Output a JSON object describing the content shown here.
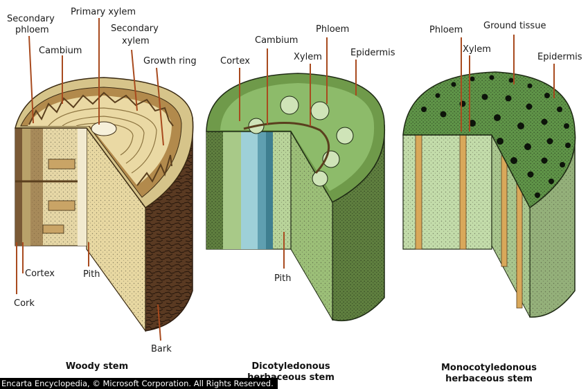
{
  "woody": {
    "secondary_phloem": [
      "Secondary",
      "phloem"
    ],
    "primary_xylem": "Primary xylem",
    "secondary_xylem": [
      "Secondary",
      "xylem"
    ],
    "cambium": "Cambium",
    "growth_ring": "Growth ring",
    "cortex": "Cortex",
    "pith": "Pith",
    "cork": "Cork",
    "bark": "Bark",
    "caption": "Woody stem"
  },
  "dicot": {
    "cambium": "Cambium",
    "phloem": "Phloem",
    "cortex": "Cortex",
    "xylem": "Xylem",
    "epidermis": "Epidermis",
    "pith": "Pith",
    "caption": [
      "Dicotyledonous",
      "herbaceous stem"
    ]
  },
  "monocot": {
    "phloem": "Phloem",
    "ground_tissue": "Ground tissue",
    "xylem": "Xylem",
    "epidermis": "Epidermis",
    "caption": [
      "Monocotyledonous",
      "herbaceous stem"
    ]
  },
  "credit": "Encarta Encyclopedia, © Microsoft Corporation. All Rights Reserved.",
  "colors": {
    "woody_top": "#d6c48a",
    "bark": "#5a3a22",
    "dicot_green": "#7fa85c",
    "monocot_green": "#5f9448",
    "leader": "#a84a1e"
  }
}
